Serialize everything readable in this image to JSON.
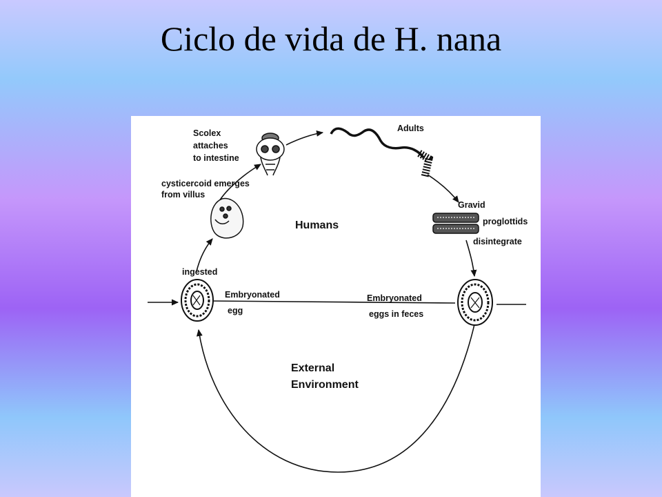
{
  "slide": {
    "title": "Ciclo de vida de H. nana"
  },
  "diagram": {
    "labels": {
      "scolex_1": "Scolex",
      "scolex_2": "attaches",
      "scolex_3": "to intestine",
      "adults": "Adults",
      "cysticercoid_1": "cysticercoid emerges",
      "cysticercoid_2": "from villus",
      "humans": "Humans",
      "gravid": "Gravid",
      "proglottids": "proglottids",
      "disintegrate": "disintegrate",
      "ingested": "ingested",
      "embryonated_egg_1": "Embryonated",
      "embryonated_egg_2": "egg",
      "embryonated_eggs_1": "Embryonated",
      "embryonated_eggs_2": "eggs in feces",
      "external_1": "External",
      "external_2": "Environment"
    },
    "icons": [
      "scolex-icon",
      "adult-worm-icon",
      "cysticercoid-icon",
      "gravid-proglottids-icon",
      "egg-icon"
    ]
  }
}
